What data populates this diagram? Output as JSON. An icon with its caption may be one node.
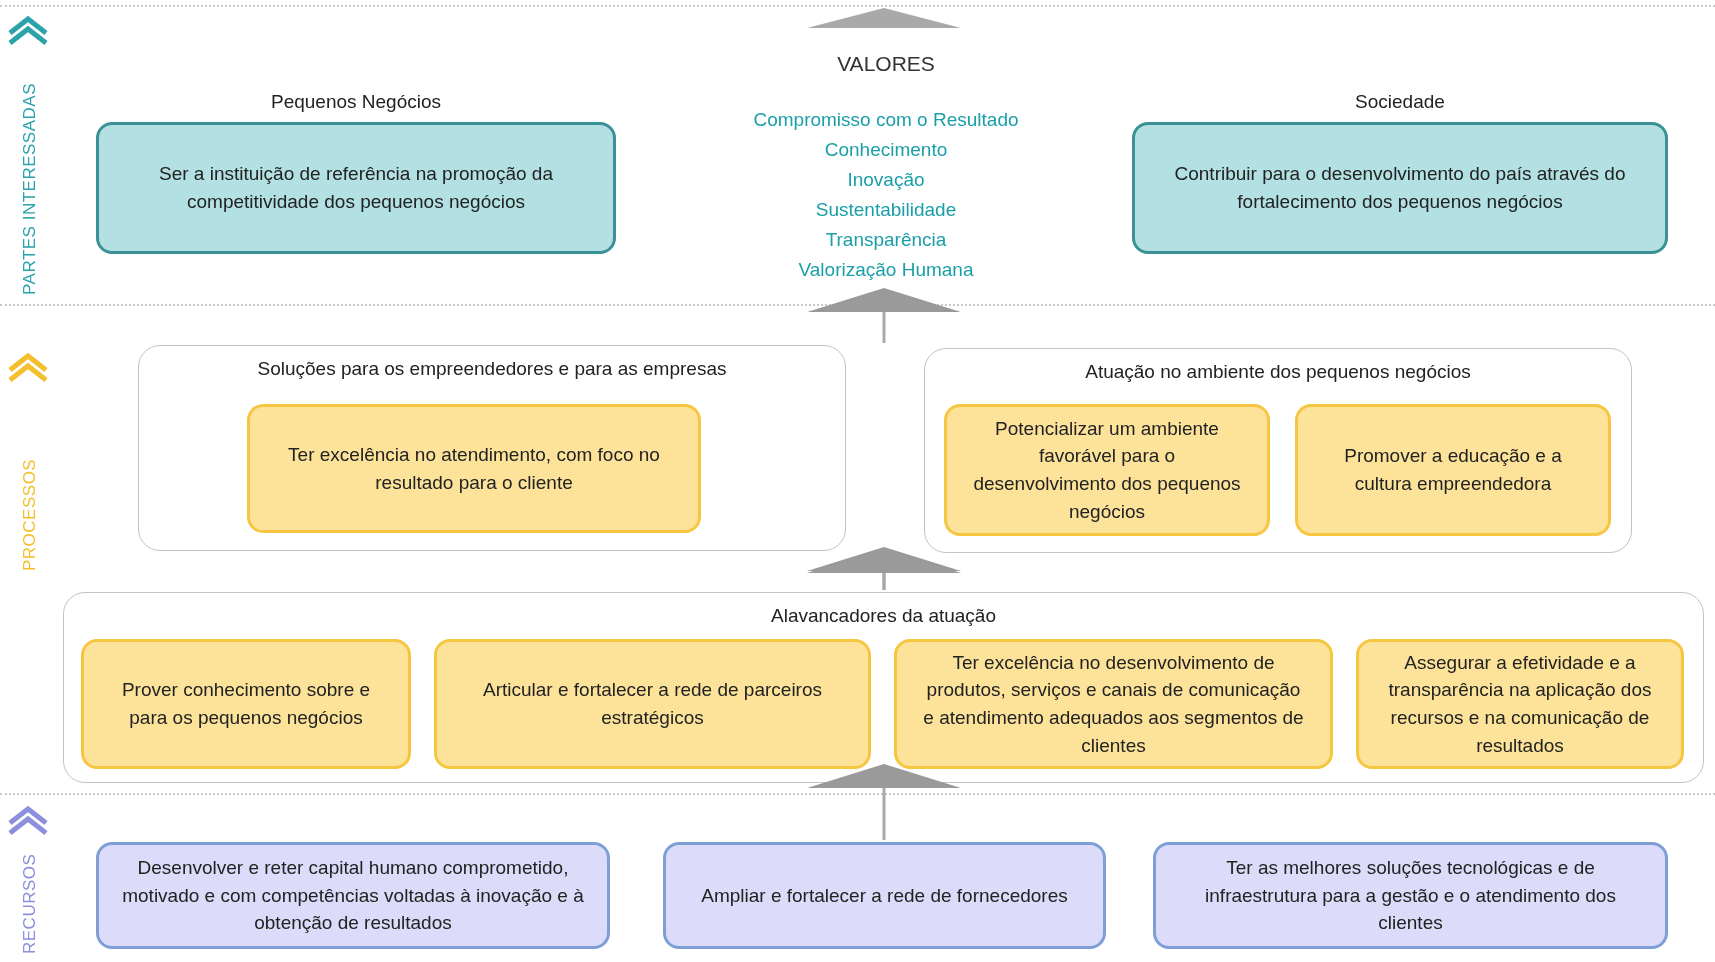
{
  "diagram": {
    "nodes": [
      {
        "text": [
          "PARTES INTERESSADAS"
        ]
      },
      {
        "text": [
          "Pequenos Negócios",
          "Ser a instituição de referência na promoção da competitividade dos pequenos negócios"
        ],
        "in": 0
      },
      {
        "text": [
          "Sociedade",
          "Contribuir para o desenvolvimento do país através do fortalecimento dos pequenos negócios"
        ],
        "in": 0
      },
      {
        "text": [
          "PROCESSOS"
        ]
      },
      {
        "text": [
          "Soluções para os empreendedores e para as empresas"
        ],
        "in": 3
      },
      {
        "text": [
          "Ter excelência no atendimento, com foco no resultado para o cliente"
        ],
        "in": 4
      },
      {
        "text": [
          "Atuação no ambiente dos pequenos negócios"
        ],
        "in": 3
      },
      {
        "text": [
          "Potencializar um ambiente favorável para o desenvolvimento dos pequenos negócios"
        ],
        "in": 6
      },
      {
        "text": [
          "Promover a educação e a cultura empreendedora"
        ],
        "in": 6
      },
      {
        "text": [
          "Alavancadores da atuação"
        ],
        "in": 3
      },
      {
        "text": [
          "Prover conhecimento sobre e para os pequenos negócios"
        ],
        "in": 9
      },
      {
        "text": [
          "Articular e fortalecer a rede de parceiros estratégicos"
        ],
        "in": 9
      },
      {
        "text": [
          "Ter excelência no desenvolvimento de produtos, serviços e canais de comunicação e atendimento adequados aos segmentos de clientes"
        ],
        "in": 9
      },
      {
        "text": [
          "Assegurar a efetividade e a transparência na aplicação dos recursos e na comunicação de resultados"
        ],
        "in": 9
      },
      {
        "text": [
          "RECURSOS"
        ]
      },
      {
        "text": [
          "Desenvolver e reter capital humano comprometido, motivado e com competências voltadas à inovação e à obtenção de resultados"
        ],
        "in": 14
      },
      {
        "text": [
          "Ampliar e fortalecer a rede de fornecedores"
        ],
        "in": 14
      },
      {
        "text": [
          "Ter as melhores soluções tecnológicas e de infraestrutura para a gestão e o atendimento dos clientes"
        ],
        "in": 14
      }
    ],
    "edges": [
      {
        "from": 4,
        "to": 0,
        "arrow": "to"
      },
      {
        "from": 6,
        "to": 0,
        "arrow": "to"
      },
      {
        "from": 9,
        "to": 4,
        "arrow": "to"
      },
      {
        "from": 9,
        "to": 6,
        "arrow": "to"
      },
      {
        "from": 16,
        "to": 11,
        "arrow": "to"
      }
    ],
    "labels": [
      "VALORES",
      "Compromisso com o Resultado",
      "Conhecimento",
      "Inovação",
      "Sustentabilidade",
      "Transparência",
      "Valorização Humana"
    ]
  }
}
